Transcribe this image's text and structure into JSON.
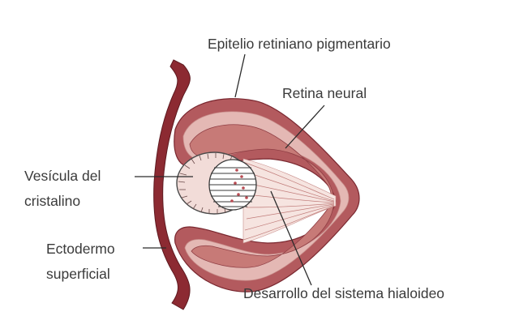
{
  "labels": {
    "epitelio": "Epitelio retiniano pigmentario",
    "retina": "Retina neural",
    "vesicula_line1": "Vesícula del",
    "vesicula_line2": "cristalino",
    "ectodermo_line1": "Ectodermo",
    "ectodermo_line2": "superficial",
    "hialoideo": "Desarrollo del sistema hialoideo"
  },
  "colors": {
    "dark_red": "#8c2a32",
    "outer_cup": "#b35a5e",
    "pink_band": "#e4b8b4",
    "inner_retina": "#c77a77",
    "line": "#2b2b2b",
    "text": "#3a3a3a"
  }
}
